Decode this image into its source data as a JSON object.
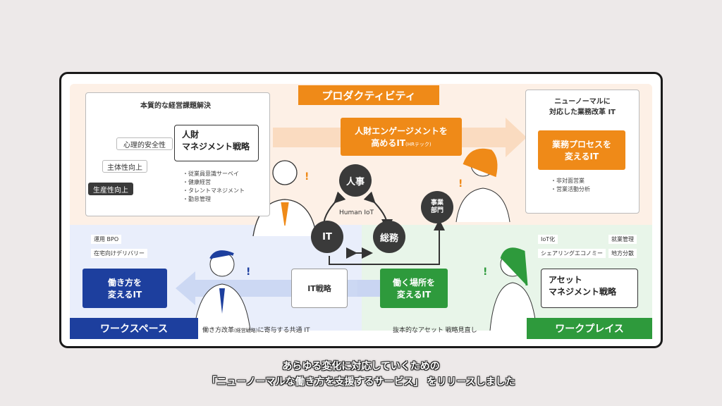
{
  "diagram": {
    "title_productivity": "プロダクティビティ",
    "essential_panel": {
      "title": "本質的な経営課題解決",
      "strategy_box": [
        "人財",
        "マネジメント戦略"
      ],
      "steps": [
        "心理的安全性",
        "主体性向上",
        "生産性向上"
      ],
      "bullets": [
        "・従業員意識サーベイ",
        "・健康経営",
        "・タレントマネジメント",
        "・勤怠管理"
      ]
    },
    "engagement_box": {
      "line1": "人財エンゲージメントを",
      "line2": "高めるIT",
      "note": "(HRテック)"
    },
    "newnormal_panel": {
      "title_line1": "ニューノーマルに",
      "title_line2": "対応した業務改革 IT",
      "box": [
        "業務プロセスを",
        "変えるIT"
      ],
      "bullets": [
        "・非対面営業",
        "・営業活動分析"
      ]
    },
    "center": {
      "hr": "人事",
      "it": "IT",
      "general": "総務",
      "business_line1": "事業",
      "business_line2": "部門",
      "human_iot": "Human IoT"
    },
    "workspace": {
      "tags": [
        "運用 BPO",
        "在宅向けデリバリー"
      ],
      "box": [
        "働き方を",
        "変えるIT"
      ],
      "label": "ワークスペース",
      "caption": "働き方改革",
      "caption_note": "(経営戦略)",
      "caption_tail": "に寄与する共通 IT"
    },
    "it_strategy": "IT戦略",
    "workplace": {
      "tags_left": [
        "IoT化",
        "シェアリングエコノミー"
      ],
      "tags_right": [
        "就業管理",
        "地方分散"
      ],
      "green_box": [
        "働く場所を",
        "変えるIT"
      ],
      "asset_box": [
        "アセット",
        "マネジメント戦略"
      ],
      "label": "ワークプレイス",
      "caption": "抜本的なアセット 戦略見直し"
    }
  },
  "subtitle": {
    "line1": "あらゆる変化に対応していくための",
    "line2": "「ニューノーマルな働き方を支援するサービス」 をリリースしました"
  },
  "colors": {
    "orange": "#ef8a18",
    "blue": "#1d3f9e",
    "green": "#2e9a3c",
    "dark": "#3a3a3a"
  }
}
